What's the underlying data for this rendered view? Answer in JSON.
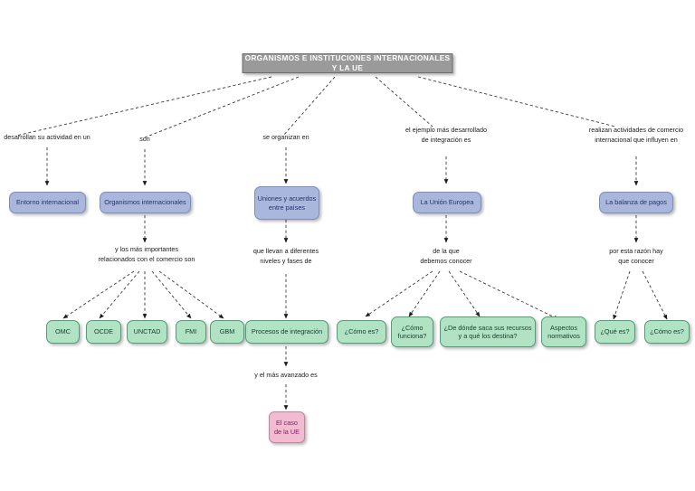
{
  "diagram": {
    "title": "ORGANISMOS E INSTITUCIONES INTERNACIONALES Y LA UE",
    "background_color": "#ffffff",
    "colors": {
      "title_fill": "#9a9a9a",
      "title_text": "#ffffff",
      "blue_fill": "#aab7dd",
      "blue_border": "#7b8cc0",
      "blue_text": "#26306b",
      "green_fill": "#b2e2c4",
      "green_border": "#4f9e74",
      "green_text": "#17402b",
      "pink_fill": "#f2bcd0",
      "pink_border": "#c97fa0",
      "pink_text": "#7d1a6b",
      "edge": "#3a3a3a"
    }
  },
  "nodes": {
    "root": "ORGANISMOS E INSTITUCIONES INTERNACIONALES Y LA UE",
    "entorno": "Entorno internacional",
    "organismos": "Organismos internacionales",
    "uniones": "Uniones y acuerdos\nentre países",
    "union_europea": "La Unión Europea",
    "balanza": "La balanza de pagos",
    "omc": "OMC",
    "ocde": "OCDE",
    "unctad": "UNCTAD",
    "fmi": "FMI",
    "gbm": "GBM",
    "procesos": "Procesos de integración",
    "como_es_ue": "¿Cómo es?",
    "como_funciona": "¿Cómo\nfunciona?",
    "recursos": "¿De dónde saca sus recursos\ny a qué los destina?",
    "normativos": "Aspectos\nnormativos",
    "que_es_bp": "¿Qué es?",
    "como_es_bp": "¿Cómo es?",
    "caso_ue": "El caso\nde la UE"
  },
  "link_labels": {
    "desarrollan": "desarrollan su actividad en un",
    "son": "son",
    "se_organizan": "se organizan en",
    "ejemplo": "el ejemplo más desarrollado\nde integración es",
    "realizan": "realizan actividades de comercio\ninternacional que influyen en",
    "importantes": "y los más importantes\nrelacionados con el comercio son",
    "llevan": "que llevan a diferentes\nniveles y fases de",
    "de_la_que": "de la que\ndebemos conocer",
    "por_esta_razon": "por esta razón hay\nque conocer",
    "avanzado": "y el más avanzado es"
  }
}
